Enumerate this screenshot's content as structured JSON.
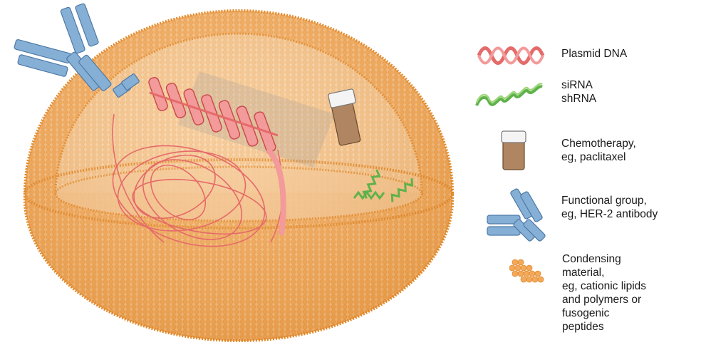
{
  "legend": {
    "items": [
      {
        "label": "Plasmid DNA",
        "icon": "plasmid-dna-helix-icon",
        "color": "#e56a6a"
      },
      {
        "label": "siRNA\nshRNA",
        "icon": "sirna-helix-icon",
        "color": "#5fb24a"
      },
      {
        "label": "Chemotherapy,\neg, paclitaxel",
        "icon": "drug-vial-icon",
        "color": "#a8805a"
      },
      {
        "label": "Functional group,\neg, HER-2 antibody",
        "icon": "antibody-icon",
        "color": "#7fa8cf"
      },
      {
        "label": "Condensing\nmaterial,\neg, cationic lipids\nand polymers or\nfusogenic\npeptides",
        "icon": "lipid-cluster-icon",
        "color": "#f2a653"
      }
    ]
  },
  "colors": {
    "lipid": "#f2a653",
    "lipid_dark": "#e08a2e",
    "core": "#f6c58a",
    "dna": "#e56a6a",
    "rna": "#5fb24a",
    "antibody": "#7fa8cf",
    "vial": "#a8805a"
  }
}
